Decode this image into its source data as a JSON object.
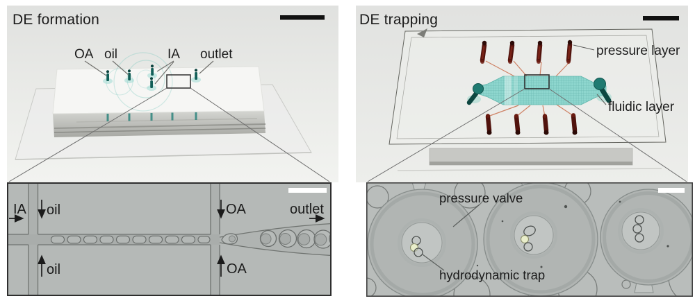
{
  "panels": {
    "formation_photo": {
      "title": "DE formation",
      "labels": {
        "oa": "OA",
        "oil": "oil",
        "ia": "IA",
        "outlet": "outlet"
      }
    },
    "trapping_photo": {
      "title": "DE trapping",
      "labels": {
        "pressure_layer": "pressure layer",
        "fluidic_layer": "fluidic layer"
      }
    },
    "formation_micrograph": {
      "labels": {
        "ia": "IA",
        "oil_top": "oil",
        "oil_bottom": "oil",
        "oa_top": "OA",
        "oa_bottom": "OA",
        "outlet": "outlet"
      }
    },
    "trapping_micrograph": {
      "labels": {
        "pressure_valve": "pressure valve",
        "hydrodynamic_trap": "hydrodynamic trap"
      }
    }
  },
  "colors": {
    "fluidic_teal": "#8ed6ce",
    "port_teal": "#1f7a71",
    "tubing_maroon": "#51130d",
    "micrograph_gray": "#b5b9b7",
    "photo_background": "#e6e7e4",
    "scalebar_dark": "#111111",
    "scalebar_light": "#ffffff"
  }
}
